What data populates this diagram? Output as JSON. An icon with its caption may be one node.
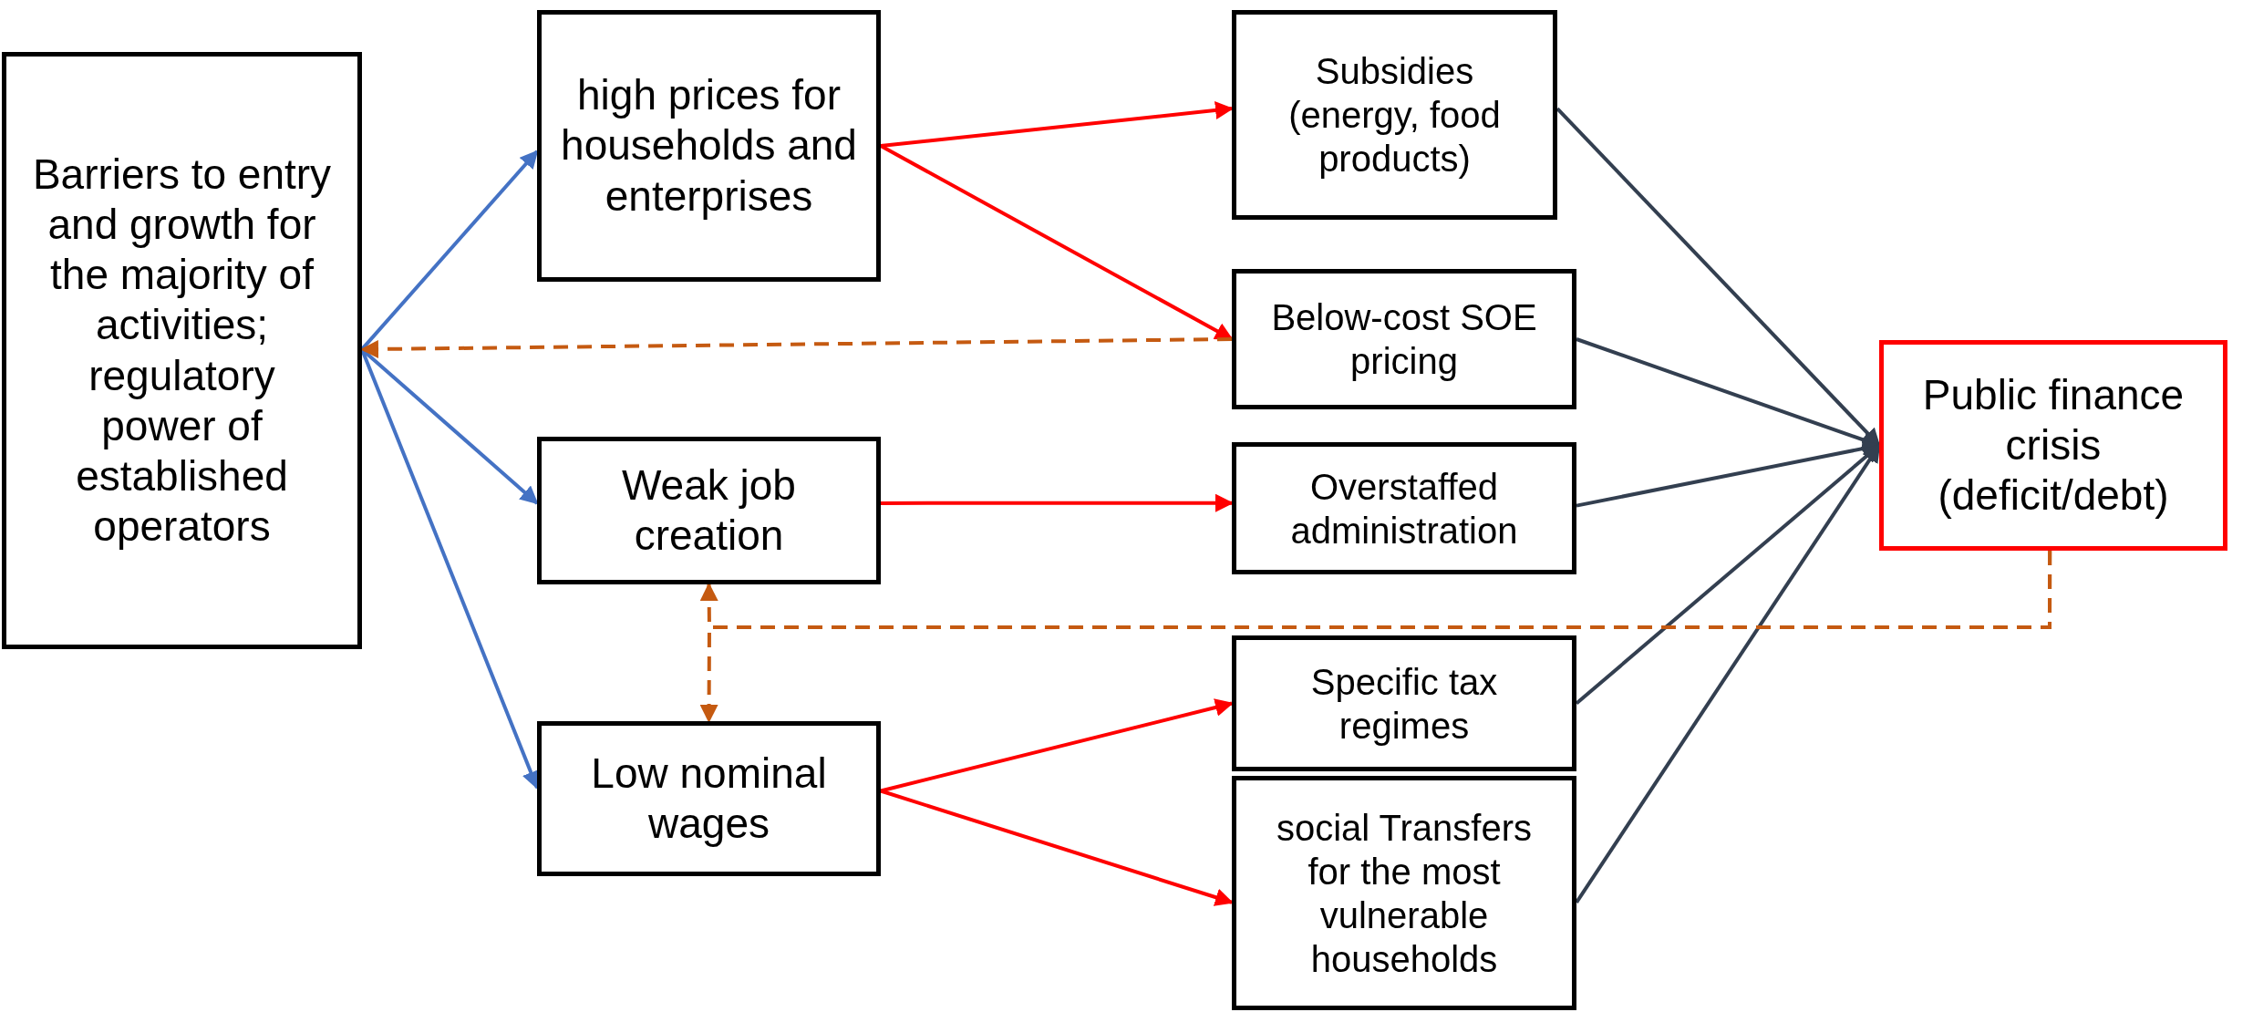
{
  "diagram": {
    "nodes": [
      {
        "text": [
          "Barriers to entry and growth for the majority of activities; regulatory power of established operators"
        ]
      },
      {
        "text": [
          "high prices for households and enterprises"
        ]
      },
      {
        "text": [
          "Weak job creation"
        ]
      },
      {
        "text": [
          "Low nominal wages"
        ]
      },
      {
        "text": [
          "Subsidies (energy, food products)"
        ]
      },
      {
        "text": [
          "Below-cost SOE pricing"
        ]
      },
      {
        "text": [
          "Overstaffed administration"
        ]
      },
      {
        "text": [
          "Specific tax regimes"
        ]
      },
      {
        "text": [
          "social Transfers for the most vulnerable households"
        ]
      },
      {
        "text": [
          "Public finance crisis (deficit/debt)"
        ]
      }
    ],
    "edges": [
      {
        "from": 0,
        "to": 1,
        "arrow": "to",
        "color": "#4472c4"
      },
      {
        "from": 0,
        "to": 2,
        "arrow": "to",
        "color": "#4472c4"
      },
      {
        "from": 0,
        "to": 3,
        "arrow": "to",
        "color": "#4472c4"
      },
      {
        "from": 1,
        "to": 4,
        "arrow": "to",
        "color": "#ff0000"
      },
      {
        "from": 1,
        "to": 5,
        "arrow": "to",
        "color": "#ff0000"
      },
      {
        "from": 2,
        "to": 6,
        "arrow": "to",
        "color": "#ff0000"
      },
      {
        "from": 3,
        "to": 7,
        "arrow": "to",
        "color": "#ff0000"
      },
      {
        "from": 3,
        "to": 8,
        "arrow": "to",
        "color": "#ff0000"
      },
      {
        "from": 4,
        "to": 9,
        "arrow": "to",
        "color": "#333f50"
      },
      {
        "from": 5,
        "to": 9,
        "arrow": "to",
        "color": "#333f50"
      },
      {
        "from": 6,
        "to": 9,
        "arrow": "to",
        "color": "#333f50"
      },
      {
        "from": 7,
        "to": 9,
        "arrow": "to",
        "color": "#333f50"
      },
      {
        "from": 8,
        "to": 9,
        "arrow": "to",
        "color": "#333f50"
      },
      {
        "from": 5,
        "to": 0,
        "arrow": "to",
        "style": "dashed",
        "color": "#c55a11"
      },
      {
        "from": 9,
        "to": 2,
        "arrow": "to",
        "style": "dashed",
        "color": "#c55a11"
      },
      {
        "from": 9,
        "to": 3,
        "arrow": "to",
        "style": "dashed",
        "color": "#c55a11"
      }
    ]
  }
}
